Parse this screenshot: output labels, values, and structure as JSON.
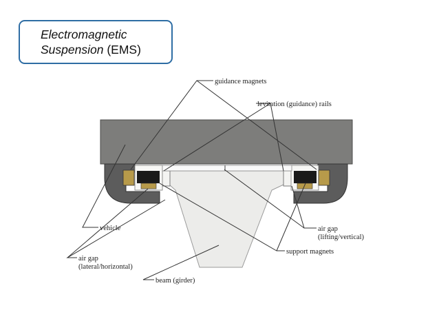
{
  "title": {
    "line1": "Electromagnetic",
    "line2_italic": "Suspension",
    "line2_rest": " (EMS)"
  },
  "labels": {
    "guidance_magnets": "guidance magnets",
    "levitation_rails": "levitation (guidance) rails",
    "vehicle": "vehicle",
    "air_gap_vertical_1": "air gap",
    "air_gap_vertical_2": "(lifting/vertical)",
    "support_magnets": "support magnets",
    "air_gap_lateral_1": "air gap",
    "air_gap_lateral_2": "(lateral/horizontal)",
    "beam": "beam (girder)"
  },
  "colors": {
    "title_border": "#2e6da4",
    "vehicle_body": "#7d7d7b",
    "vehicle_skirt": "#5c5c5c",
    "beam": "#ececea",
    "magnet": "#1a1a1a",
    "coil": "#b79a4a"
  }
}
